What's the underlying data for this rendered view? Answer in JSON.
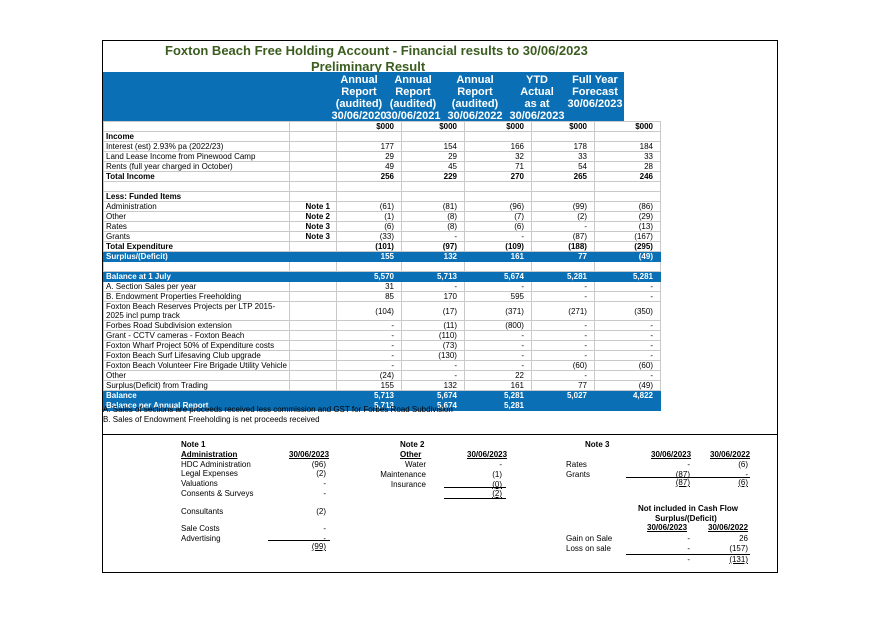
{
  "title": "Foxton Beach Free Holding Account - Financial results to 30/06/2023",
  "subtitle": "Preliminary Result",
  "columns": [
    {
      "l1": "Annual",
      "l2": "Report",
      "l3": "(audited)",
      "l4": "30/06/2020"
    },
    {
      "l1": "Annual",
      "l2": "Report",
      "l3": "(audited)",
      "l4": "30/06/2021"
    },
    {
      "l1": "Annual",
      "l2": "Report",
      "l3": "(audited)",
      "l4": "30/06/2022"
    },
    {
      "l1": "",
      "l2": "YTD Actual",
      "l3": "as at",
      "l4": "30/06/2023"
    },
    {
      "l1": "",
      "l2": "Full Year",
      "l3": "Forecast",
      "l4": "30/06/2023"
    }
  ],
  "rows": [
    {
      "label": "",
      "note": "",
      "v": [
        "$000",
        "$000",
        "$000",
        "$000",
        "$000"
      ],
      "style": "bold"
    },
    {
      "label": "Income",
      "note": "",
      "v": [
        "",
        "",
        "",
        "",
        ""
      ],
      "style": "bold"
    },
    {
      "label": "Interest (est) 2.93% pa (2022/23)",
      "note": "",
      "v": [
        "177",
        "154",
        "166",
        "178",
        "184"
      ],
      "style": ""
    },
    {
      "label": "Land Lease Income from Pinewood Camp",
      "note": "",
      "v": [
        "29",
        "29",
        "32",
        "33",
        "33"
      ],
      "style": ""
    },
    {
      "label": "Rents (full year charged in October)",
      "note": "",
      "v": [
        "49",
        "45",
        "71",
        "54",
        "28"
      ],
      "style": ""
    },
    {
      "label": "Total Income",
      "note": "",
      "v": [
        "256",
        "229",
        "270",
        "265",
        "246"
      ],
      "style": "bold"
    },
    {
      "label": "",
      "note": "",
      "v": [
        "",
        "",
        "",
        "",
        ""
      ],
      "style": ""
    },
    {
      "label": "Less:  Funded Items",
      "note": "",
      "v": [
        "",
        "",
        "",
        "",
        ""
      ],
      "style": "bold"
    },
    {
      "label": "Administration",
      "note": "Note 1",
      "v": [
        "(61)",
        "(81)",
        "(96)",
        "(99)",
        "(86)"
      ],
      "style": ""
    },
    {
      "label": "Other",
      "note": "Note 2",
      "v": [
        "(1)",
        "(8)",
        "(7)",
        "(2)",
        "(29)"
      ],
      "style": ""
    },
    {
      "label": "Rates",
      "note": "Note 3",
      "v": [
        "(6)",
        "(8)",
        "(6)",
        "-",
        "(13)"
      ],
      "style": ""
    },
    {
      "label": "Grants",
      "note": "Note 3",
      "v": [
        "(33)",
        "-",
        "-",
        "(87)",
        "(167)"
      ],
      "style": ""
    },
    {
      "label": "Total Expenditure",
      "note": "",
      "v": [
        "(101)",
        "(97)",
        "(109)",
        "(188)",
        "(295)"
      ],
      "style": "bold"
    },
    {
      "label": "Surplus/(Deficit)",
      "note": "",
      "v": [
        "155",
        "132",
        "161",
        "77",
        "(49)"
      ],
      "style": "blue"
    },
    {
      "label": "",
      "note": "",
      "v": [
        "",
        "",
        "",
        "",
        ""
      ],
      "style": ""
    },
    {
      "label": "Balance at 1 July",
      "note": "",
      "v": [
        "5,570",
        "5,713",
        "5,674",
        "5,281",
        "5,281"
      ],
      "style": "blue"
    },
    {
      "label": "A. Section Sales per year",
      "note": "",
      "v": [
        "31",
        "-",
        "-",
        "-",
        "-"
      ],
      "style": ""
    },
    {
      "label": "B. Endowment Properties Freeholding",
      "note": "",
      "v": [
        "85",
        "170",
        "595",
        "-",
        "-"
      ],
      "style": ""
    },
    {
      "label": "Foxton Beach Reserves Projects per LTP 2015-2025 incl pump track",
      "note": "",
      "v": [
        "(104)",
        "(17)",
        "(371)",
        "(271)",
        "(350)"
      ],
      "style": "two"
    },
    {
      "label": "Forbes Road Subdivision extension",
      "note": "",
      "v": [
        "-",
        "(11)",
        "(800)",
        "-",
        "-"
      ],
      "style": ""
    },
    {
      "label": "Grant - CCTV cameras - Foxton Beach",
      "note": "",
      "v": [
        "-",
        "(110)",
        "-",
        "-",
        "-"
      ],
      "style": ""
    },
    {
      "label": "Foxton Wharf Project 50% of Expenditure costs",
      "note": "",
      "v": [
        "-",
        "(73)",
        "-",
        "-",
        "-"
      ],
      "style": ""
    },
    {
      "label": "Foxton Beach Surf Lifesaving Club upgrade",
      "note": "",
      "v": [
        "-",
        "(130)",
        "-",
        "-",
        "-"
      ],
      "style": ""
    },
    {
      "label": "Foxton Beach Volunteer Fire Brigade Utility Vehicle",
      "note": "",
      "v": [
        "-",
        "-",
        "-",
        "(60)",
        "(60)"
      ],
      "style": ""
    },
    {
      "label": "Other",
      "note": "",
      "v": [
        "(24)",
        "-",
        "22",
        "-",
        "-"
      ],
      "style": ""
    },
    {
      "label": "Surplus(Deficit) from Trading",
      "note": "",
      "v": [
        "155",
        "132",
        "161",
        "77",
        "(49)"
      ],
      "style": ""
    },
    {
      "label": "Balance",
      "note": "",
      "v": [
        "5,713",
        "5,674",
        "5,281",
        "5,027",
        "4,822"
      ],
      "style": "blue"
    },
    {
      "label": "Balance per Annual Report",
      "note": "",
      "v": [
        "5,713",
        "5,674",
        "5,281",
        "",
        ""
      ],
      "style": "blue"
    }
  ],
  "footnotes": {
    "a": "A.  Sales of sections are proceeds received less commission and GST for Forbes Road Subdivision",
    "b": "B.  Sales of Endowment Freeholding is net proceeds received"
  },
  "note1": {
    "title": "Note 1",
    "heading": "Administration",
    "date": "30/06/2023",
    "items": [
      {
        "label": "HDC Administration",
        "value": "(96)"
      },
      {
        "label": "Legal Expenses",
        "value": "(2)"
      },
      {
        "label": "Valuations",
        "value": "-"
      },
      {
        "label": "Consents & Surveys",
        "value": "-"
      },
      {
        "label": "Consultants",
        "value": "(2)"
      },
      {
        "label": "Sale Costs",
        "value": "-"
      },
      {
        "label": "Advertising",
        "value": "-"
      }
    ],
    "total": "(99)"
  },
  "note2": {
    "title": "Note 2",
    "heading": "Other",
    "date": "30/06/2023",
    "items": [
      {
        "label": "Water",
        "value": "-"
      },
      {
        "label": "Maintenance",
        "value": "(1)"
      },
      {
        "label": "Insurance",
        "value": "(0)"
      }
    ],
    "total": "(2)"
  },
  "note3": {
    "title": "Note 3",
    "date1": "30/06/2023",
    "date2": "30/06/2022",
    "items": [
      {
        "label": "Rates",
        "v1": "-",
        "v2": "(6)"
      },
      {
        "label": "Grants",
        "v1": "(87)",
        "v2": "-"
      }
    ],
    "total1": "(87)",
    "total2": "(6)",
    "nic_title1": "Not included in Cash Flow",
    "nic_title2": "Surplus/(Deficit)",
    "nic_date1": "30/06/2023",
    "nic_date2": "30/06/2022",
    "nic_items": [
      {
        "label": "Gain on Sale",
        "v1": "-",
        "v2": "26"
      },
      {
        "label": "Loss on sale",
        "v1": "-",
        "v2": "(157)"
      }
    ],
    "nic_total1": "-",
    "nic_total2": "(131)"
  }
}
